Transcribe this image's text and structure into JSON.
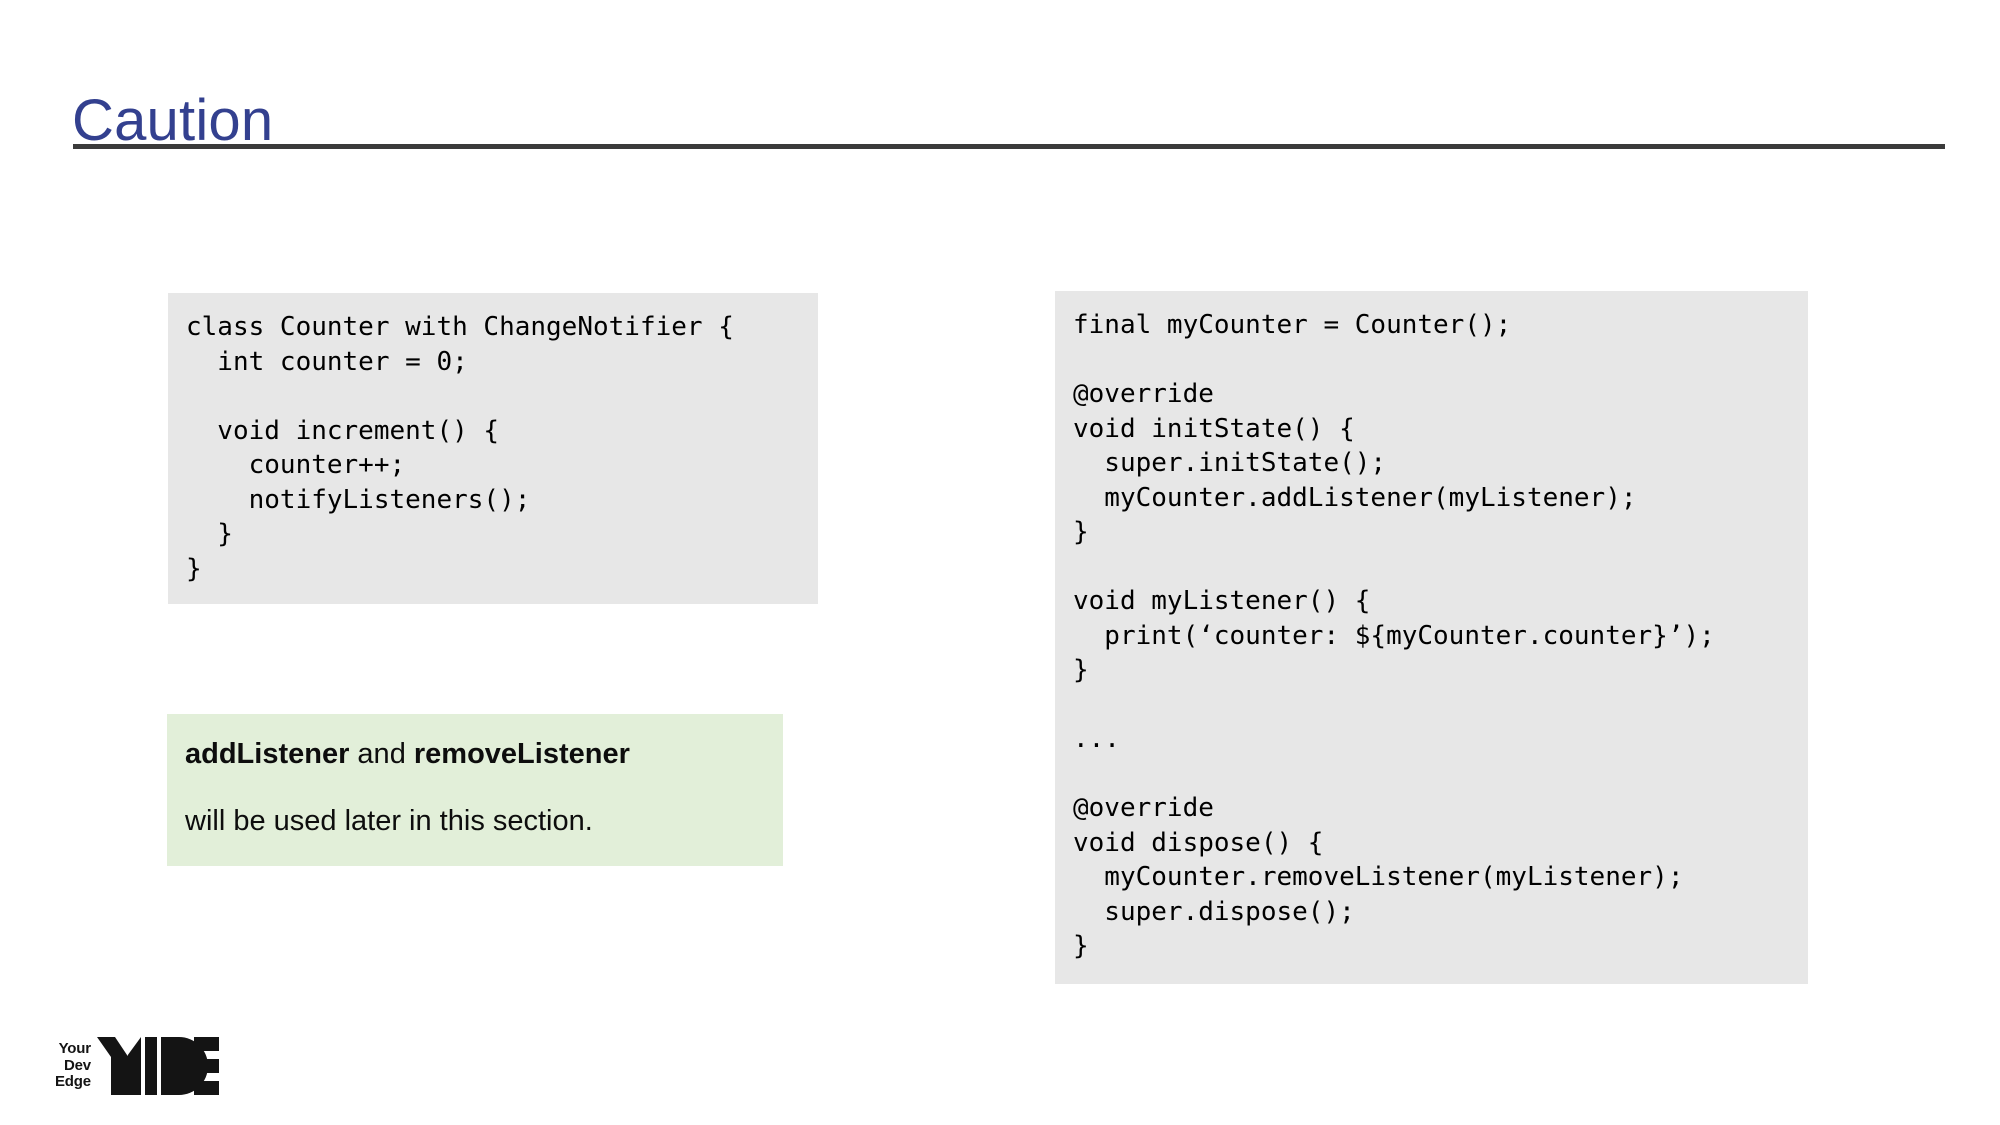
{
  "slide": {
    "title": "Caution",
    "title_color": "#33408f",
    "rule_color": "#3b3b3b",
    "background": "#ffffff"
  },
  "code_blocks": [
    {
      "id": "counter-class",
      "background": "#e7e7e7",
      "language": "dart",
      "code": "class Counter with ChangeNotifier {\n  int counter = 0;\n\n  void increment() {\n    counter++;\n    notifyListeners();\n  }\n}"
    },
    {
      "id": "state-lifecycle",
      "background": "#e7e7e7",
      "language": "dart",
      "code": "final myCounter = Counter();\n\n@override\nvoid initState() {\n  super.initState();\n  myCounter.addListener(myListener);\n}\n\nvoid myListener() {\n  print(‘counter: ${myCounter.counter}’);\n}\n\n...\n\n@override\nvoid dispose() {\n  myCounter.removeListener(myListener);\n  super.dispose();\n}"
    }
  ],
  "callout": {
    "background": "#e2efd9",
    "line1_bold_a": "addListener",
    "line1_middle": " and ",
    "line1_bold_b": "removeListener",
    "line2": "will be used later in this section."
  },
  "logo": {
    "word_line_1": "Your",
    "word_line_2": "Dev",
    "word_line_3": "Edge",
    "mark_text": "YIDE",
    "mark_color": "#141414"
  }
}
